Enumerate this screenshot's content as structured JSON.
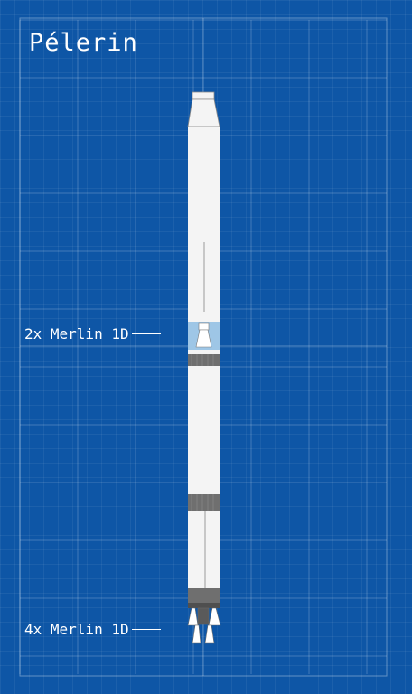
{
  "title": "Pélerin",
  "callouts": [
    {
      "label": "2x Merlin 1D",
      "stage": "upper"
    },
    {
      "label": "4x Merlin 1D",
      "stage": "lower"
    }
  ],
  "colors": {
    "background": "#0e56a6",
    "grid_line": "#ffffff",
    "rocket_body": "#f4f4f4",
    "interstage_window": "#9ec6e6",
    "metal_band": "#6f6f6f"
  }
}
